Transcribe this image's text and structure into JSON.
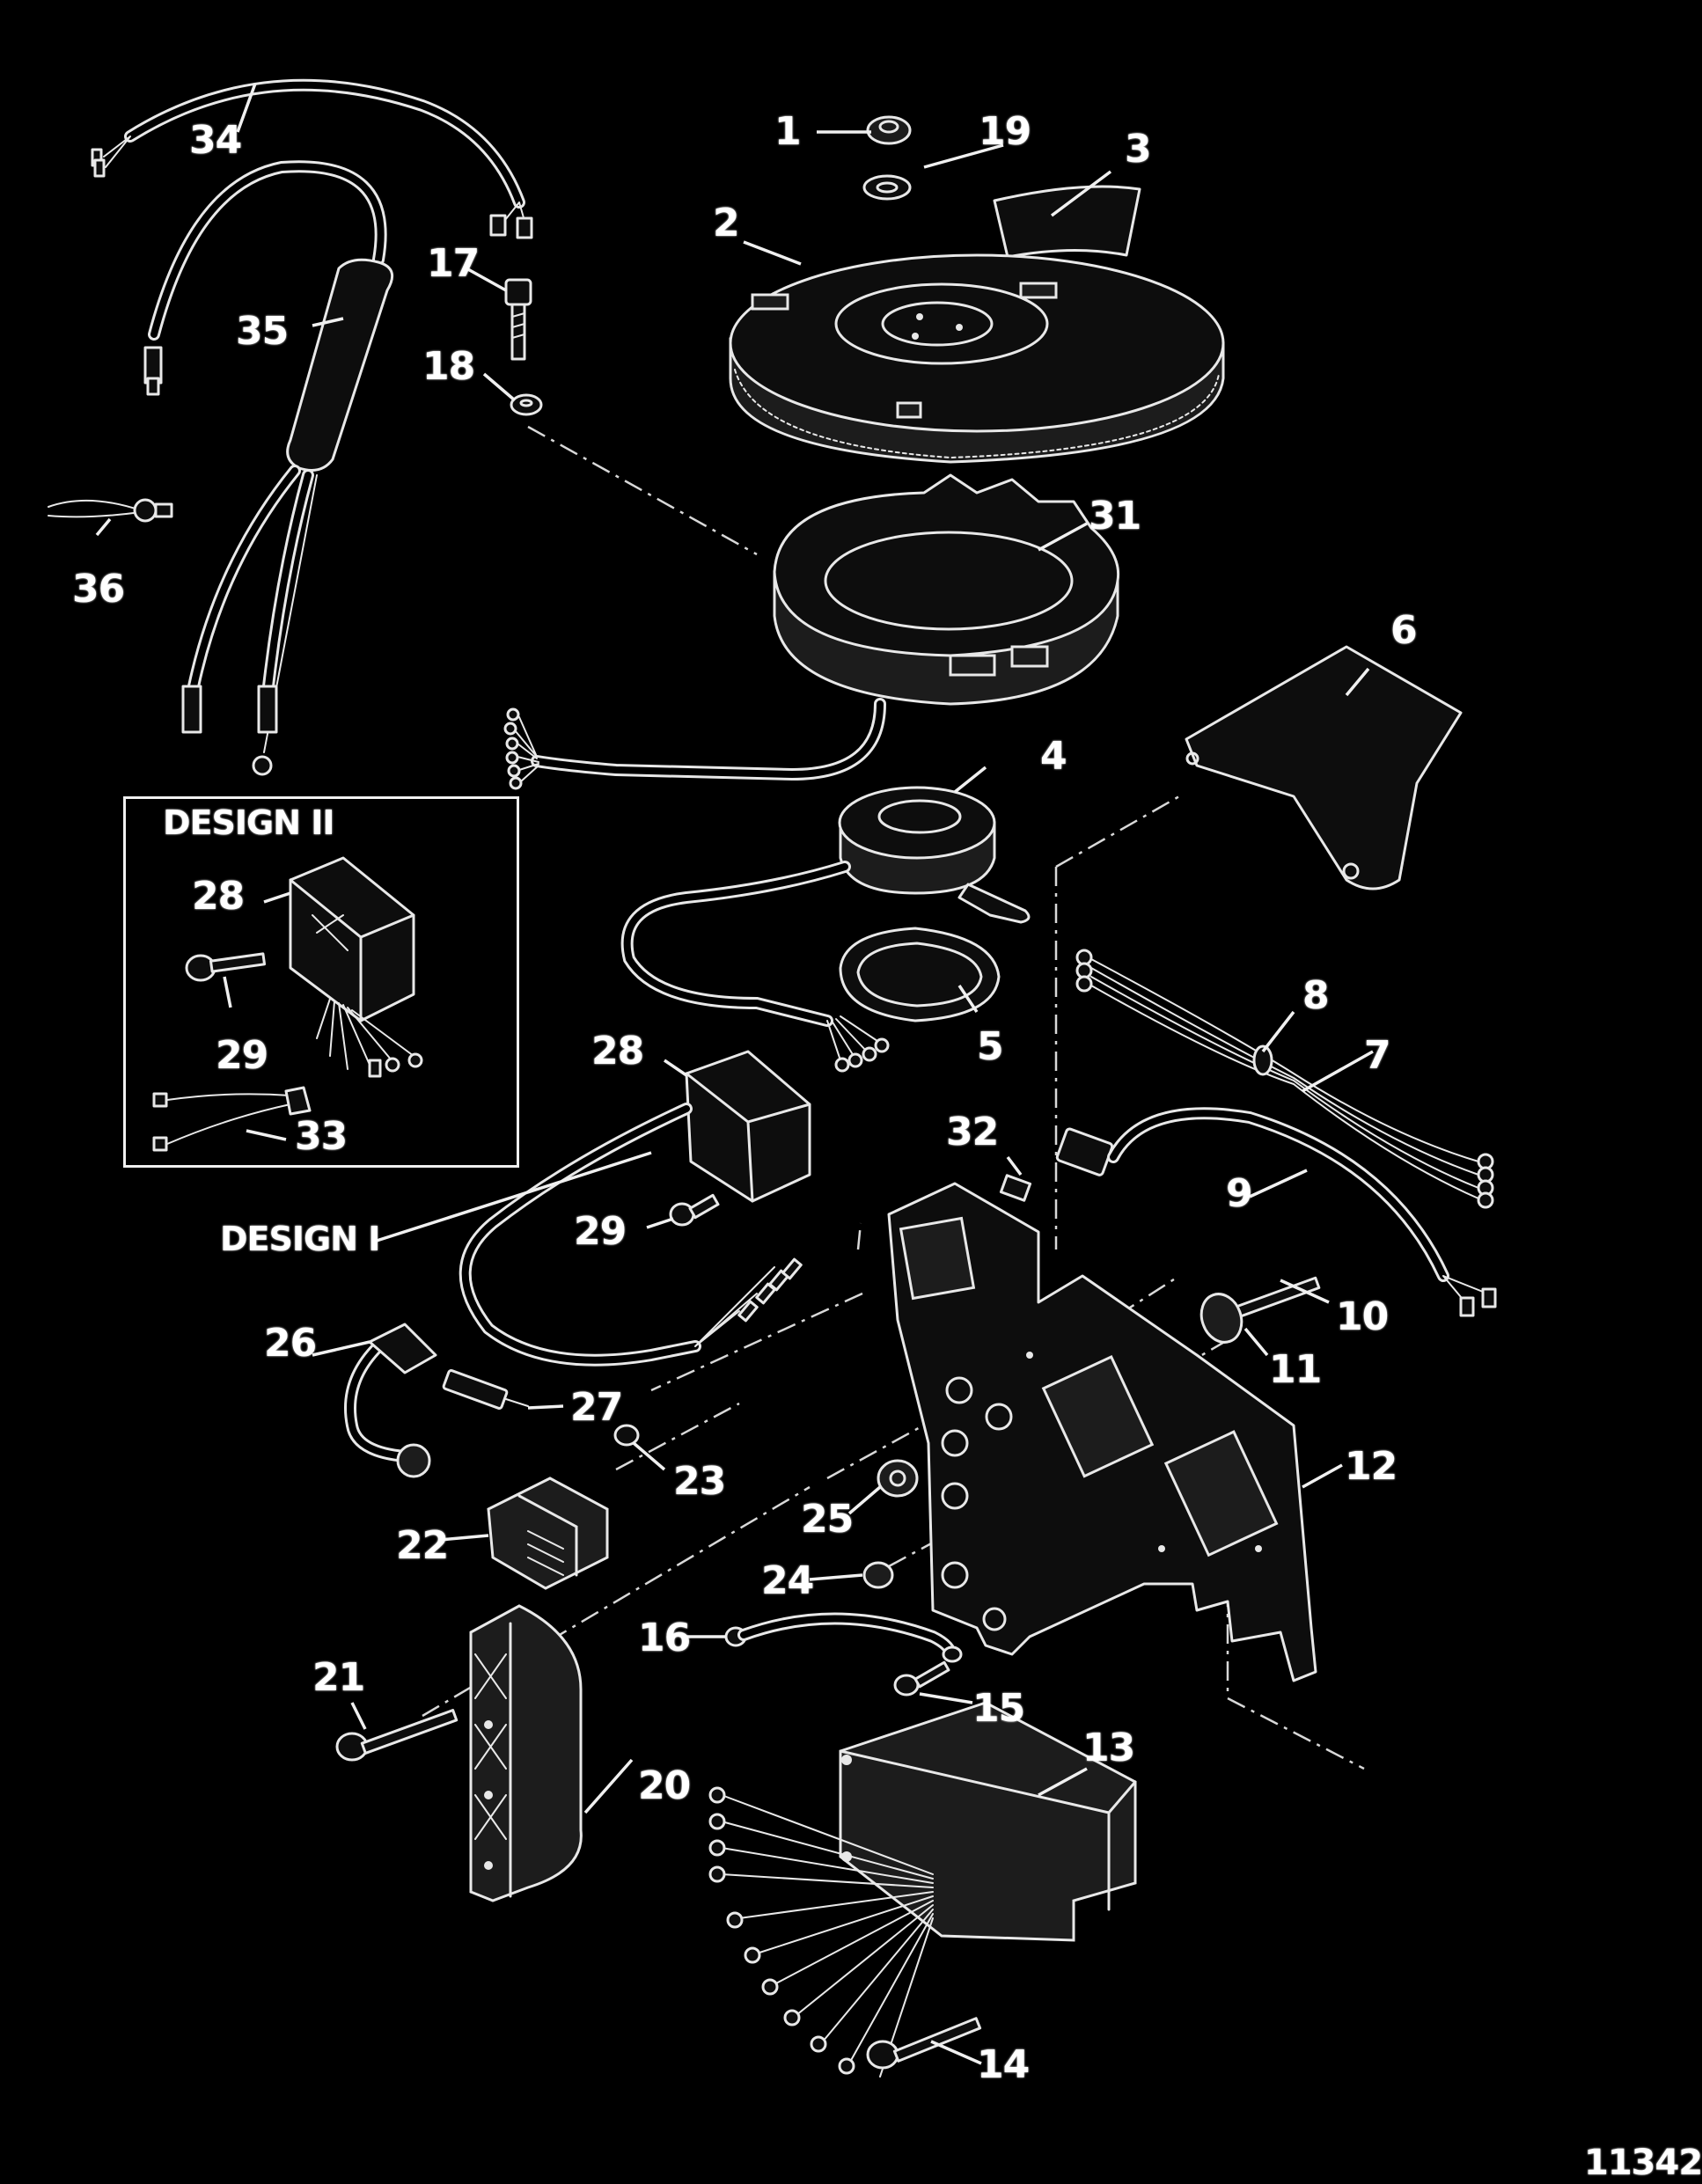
{
  "diagram": {
    "figure_number": "11342",
    "design_labels": {
      "design_ii": "DESIGN II",
      "design_i": "DESIGN I"
    },
    "callouts": [
      "1",
      "2",
      "3",
      "4",
      "5",
      "6",
      "7",
      "8",
      "9",
      "10",
      "11",
      "12",
      "13",
      "14",
      "15",
      "16",
      "17",
      "18",
      "19",
      "20",
      "21",
      "22",
      "23",
      "24",
      "25",
      "26",
      "27",
      "28",
      "28",
      "29",
      "29",
      "31",
      "32",
      "33",
      "34",
      "35",
      "36"
    ]
  }
}
